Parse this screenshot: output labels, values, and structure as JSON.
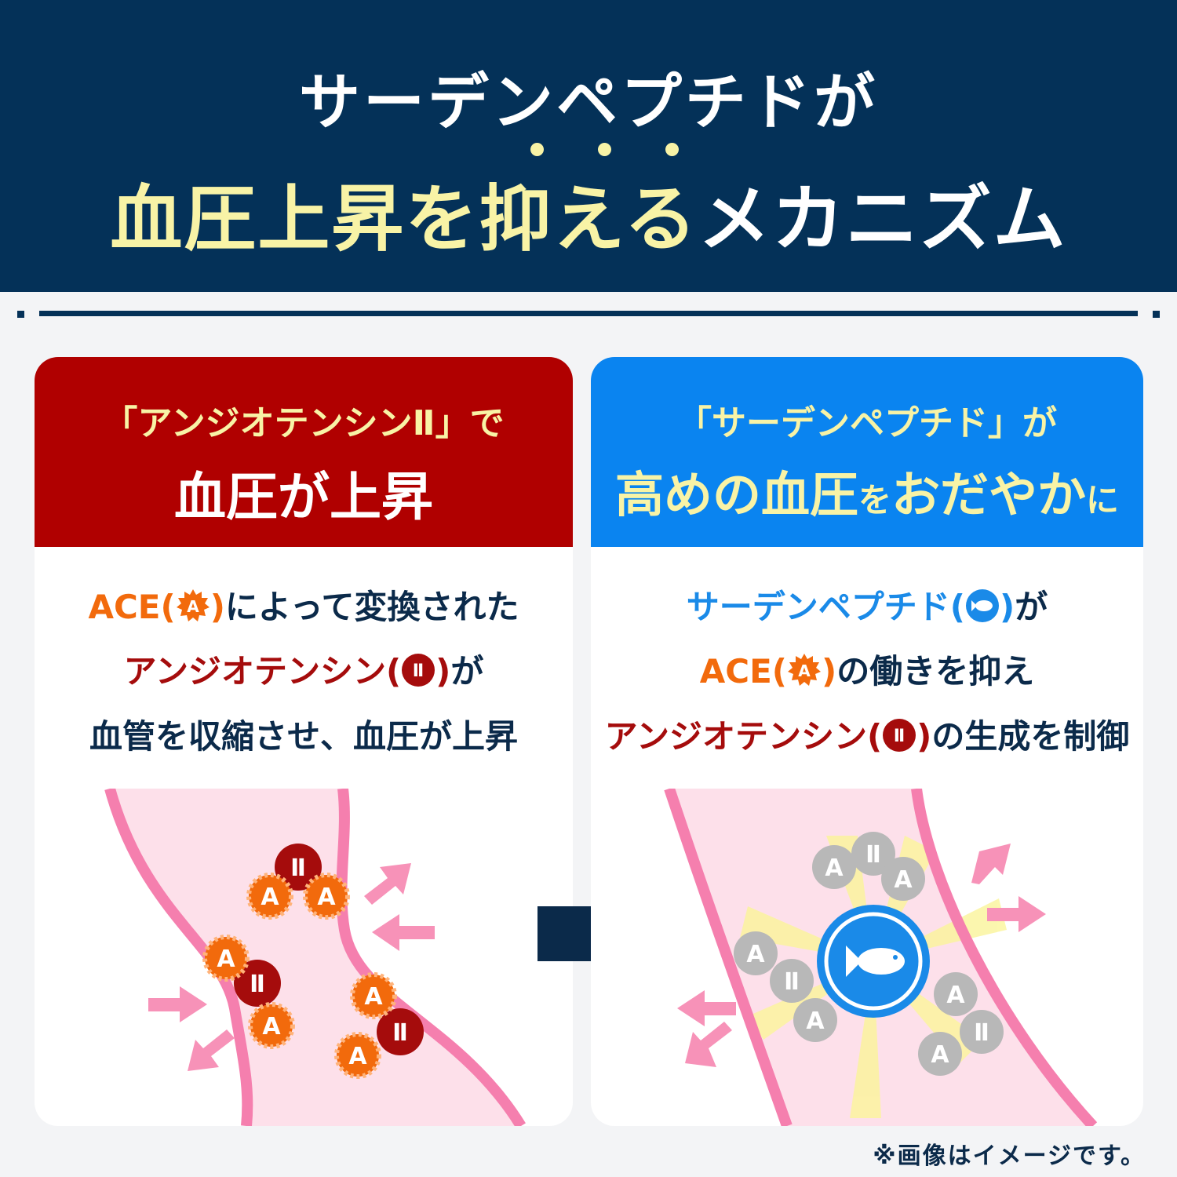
{
  "title": {
    "line1": "サーデンペプチドが",
    "line2_highlight": "血圧上昇を抑える",
    "line2_rest": "メカニズム"
  },
  "left": {
    "subtitle": "「アンジオテンシンⅡ」で",
    "headline": "血圧が上昇",
    "line1_ace": "ACE",
    "line1_rest": "によって変換された",
    "line2_ang": "アンジオテンシン",
    "line2_rest": "が",
    "line3": "血管を収縮させ、血圧が上昇"
  },
  "right": {
    "subtitle": "「サーデンペプチド」が",
    "headline_1": "高めの血圧",
    "headline_2": "を",
    "headline_3": "おだやか",
    "headline_4": "に",
    "line1_sp": "サーデンペプチド",
    "line1_rest": "が",
    "line2_ace": "ACE",
    "line2_rest": "の働きを抑え",
    "line3_ang": "アンジオテンシン",
    "line3_rest": "の生成を制御"
  },
  "icons": {
    "ace_label": "A",
    "ang_label": "Ⅱ",
    "paren_open": "(",
    "paren_close": ")",
    "sardine": "fish-icon"
  },
  "footnote": "※画像はイメージです。",
  "colors": {
    "navy": "#043158",
    "red_header": "#b00000",
    "blue_header": "#0a84f0",
    "title_yellow": "#f8f3a6",
    "ace_orange": "#f26a0c",
    "ang_red": "#a50c0c",
    "vessel_pink": "#f57fae"
  }
}
